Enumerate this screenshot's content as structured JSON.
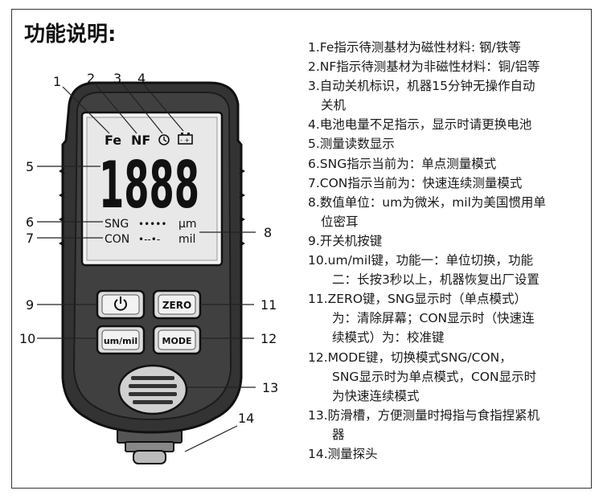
{
  "title": "功能说明:",
  "screen": {
    "fe": "Fe",
    "nf": "NF",
    "reading": "1888",
    "sng": "SNG",
    "con": "CON",
    "um": "μm",
    "mil": "mil"
  },
  "buttons": {
    "zero": "ZERO",
    "um_mil": "um/mil",
    "mode": "MODE"
  },
  "callouts": [
    "1",
    "2",
    "3",
    "4",
    "5",
    "6",
    "7",
    "8",
    "9",
    "10",
    "11",
    "12",
    "13",
    "14"
  ],
  "descriptions": [
    {
      "lines": [
        "1.Fe指示待测基材为磁性材料: 钢/铁等"
      ]
    },
    {
      "lines": [
        "2.NF指示待测基材为非磁性材料：铜/铝等"
      ]
    },
    {
      "lines": [
        "3.自动关机标识，机器15分钟无操作自动",
        "关机"
      ]
    },
    {
      "lines": [
        "4.电池电量不足指示，显示时请更换电池"
      ]
    },
    {
      "lines": [
        "5.测量读数显示"
      ]
    },
    {
      "lines": [
        "6.SNG指示当前为：单点测量模式"
      ]
    },
    {
      "lines": [
        "7.CON指示当前为：快速连续测量模式"
      ]
    },
    {
      "lines": [
        "8.数值单位：um为微米，mil为美国惯用单",
        "位密耳"
      ]
    },
    {
      "lines": [
        "9.开关机按键"
      ]
    },
    {
      "lines": [
        "10.um/mil键，功能一：单位切换，功能",
        "二：长按3秒以上，机器恢复出厂设置"
      ]
    },
    {
      "lines": [
        "11.ZERO键，SNG显示时（单点模式）",
        "为：清除屏幕；CON显示时（快速连",
        "续模式）为：校准键"
      ]
    },
    {
      "lines": [
        "12.MODE键，切换模式SNG/CON，",
        "SNG显示时为单点模式，CON显示时",
        "为快速连续模式"
      ]
    },
    {
      "lines": [
        "13.防滑槽，方便测量时拇指与食指捏紧机",
        "器"
      ]
    },
    {
      "lines": [
        "14.测量探头"
      ]
    }
  ]
}
